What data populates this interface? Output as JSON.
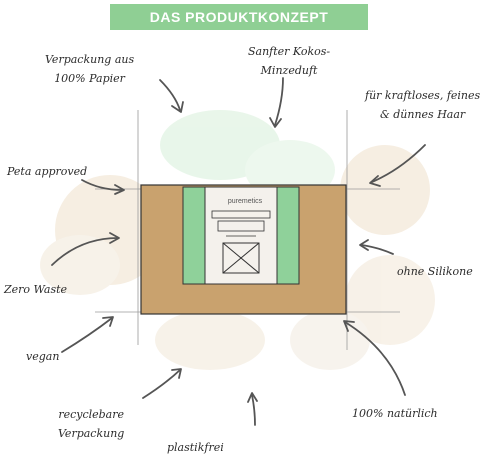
{
  "banner": {
    "title": "DAS PRODUKTKONZEPT",
    "color": "#8fcf94"
  },
  "product": {
    "brand": "puremetics",
    "box_color": "#c9a26e",
    "band_color": "#8fd19a",
    "box_image_icon": "crossed-box-icon"
  },
  "labels": {
    "packaging_paper": [
      "Verpackung aus",
      "100% Papier"
    ],
    "scent": [
      "Sanfter Kokos-",
      "Minzeduft"
    ],
    "hair": [
      "für kraftloses, feines",
      "& dünnes Haar"
    ],
    "peta": "Peta approved",
    "zero_waste": "Zero Waste",
    "silicone": "ohne Silikone",
    "vegan": "vegan",
    "recyclable": [
      "recyclebare",
      "Verpackung"
    ],
    "plastic_free": "plastikfrei",
    "natural": "100% natürlich"
  },
  "arrow_icon": "hand-drawn-arrow-icon"
}
